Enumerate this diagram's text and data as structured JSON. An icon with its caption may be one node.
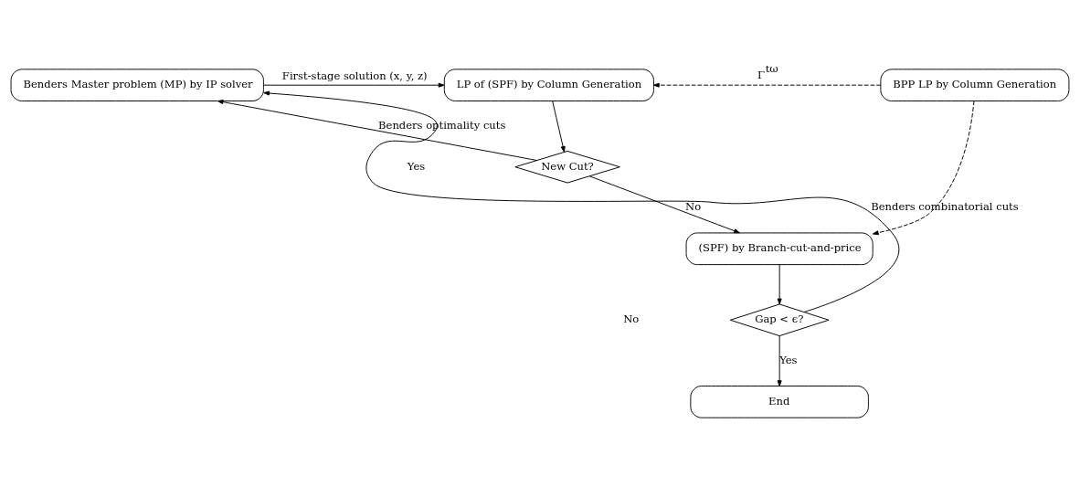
{
  "diagram": {
    "nodes": [
      {
        "text": [
          "Benders Master problem (MP) by IP solver"
        ]
      },
      {
        "text": [
          "LP of (SPF) by Column Generation"
        ]
      },
      {
        "text": [
          "BPP LP by Column Generation"
        ]
      },
      {
        "text": [
          "New Cut?"
        ]
      },
      {
        "text": [
          "(SPF) by Branch-cut-and-price"
        ]
      },
      {
        "text": [
          "Gap < ϵ?"
        ]
      },
      {
        "text": [
          "End"
        ]
      }
    ],
    "edges": [
      {
        "from": 0,
        "to": 1,
        "arrow": "to",
        "label": "First-stage solution (x, y, z)"
      },
      {
        "from": 1,
        "to": 3,
        "arrow": "to"
      },
      {
        "from": 3,
        "to": 0,
        "arrow": "to",
        "label": "Benders optimality cuts"
      },
      {
        "from": 3,
        "to": 4,
        "arrow": "to",
        "label": "No"
      },
      {
        "from": 4,
        "to": 5,
        "arrow": "to"
      },
      {
        "from": 5,
        "to": 0,
        "arrow": "to",
        "label": "Benders combinatorial cuts"
      },
      {
        "from": 5,
        "to": 6,
        "arrow": "to",
        "label": "Yes"
      },
      {
        "from": 2,
        "to": 1,
        "arrow": "to",
        "style": "dashed",
        "label": "Γ$^{tω}$"
      },
      {
        "from": 2,
        "to": 4,
        "arrow": "to",
        "style": "dashed"
      }
    ],
    "labels": [
      "Yes",
      "No"
    ]
  }
}
